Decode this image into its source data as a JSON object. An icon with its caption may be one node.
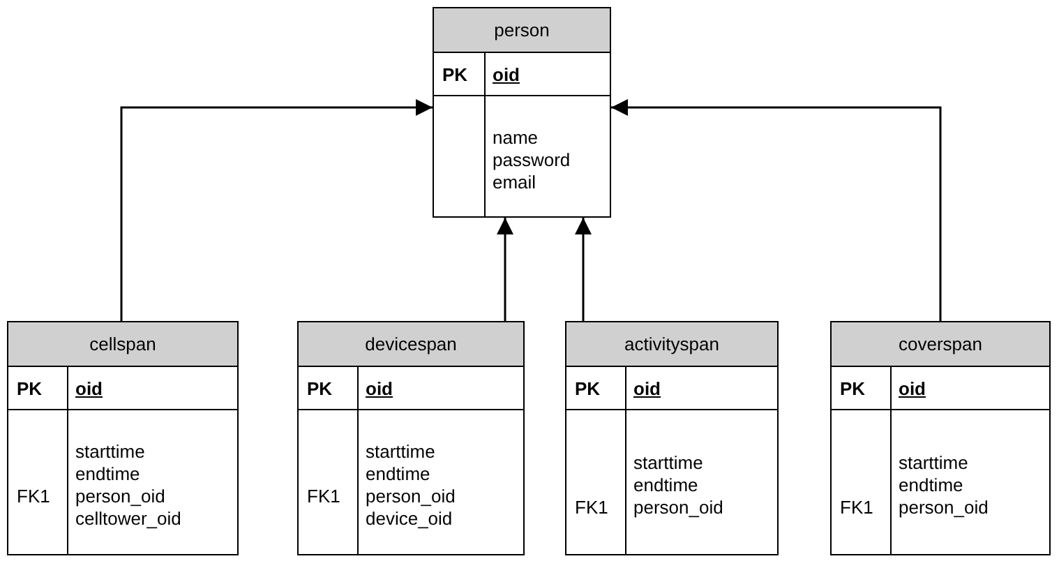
{
  "diagram": {
    "nodes": [
      {
        "text": [
          "person",
          "PK",
          "oid",
          "name password email"
        ]
      },
      {
        "text": [
          "cellspan",
          "PK",
          "oid",
          "starttime endtime person_oid celltower_oid",
          "FK1"
        ]
      },
      {
        "text": [
          "devicespan",
          "PK",
          "oid",
          "starttime endtime person_oid device_oid",
          "FK1"
        ]
      },
      {
        "text": [
          "activityspan",
          "PK",
          "oid",
          "starttime endtime person_oid",
          "FK1"
        ]
      },
      {
        "text": [
          "coverspan",
          "PK",
          "oid",
          "starttime endtime person_oid",
          "FK1"
        ]
      }
    ],
    "edges": [
      {
        "from": 1,
        "to": 0,
        "arrow": "to"
      },
      {
        "from": 2,
        "to": 0,
        "arrow": "to"
      },
      {
        "from": 3,
        "to": 0,
        "arrow": "to"
      },
      {
        "from": 4,
        "to": 0,
        "arrow": "to"
      }
    ]
  }
}
